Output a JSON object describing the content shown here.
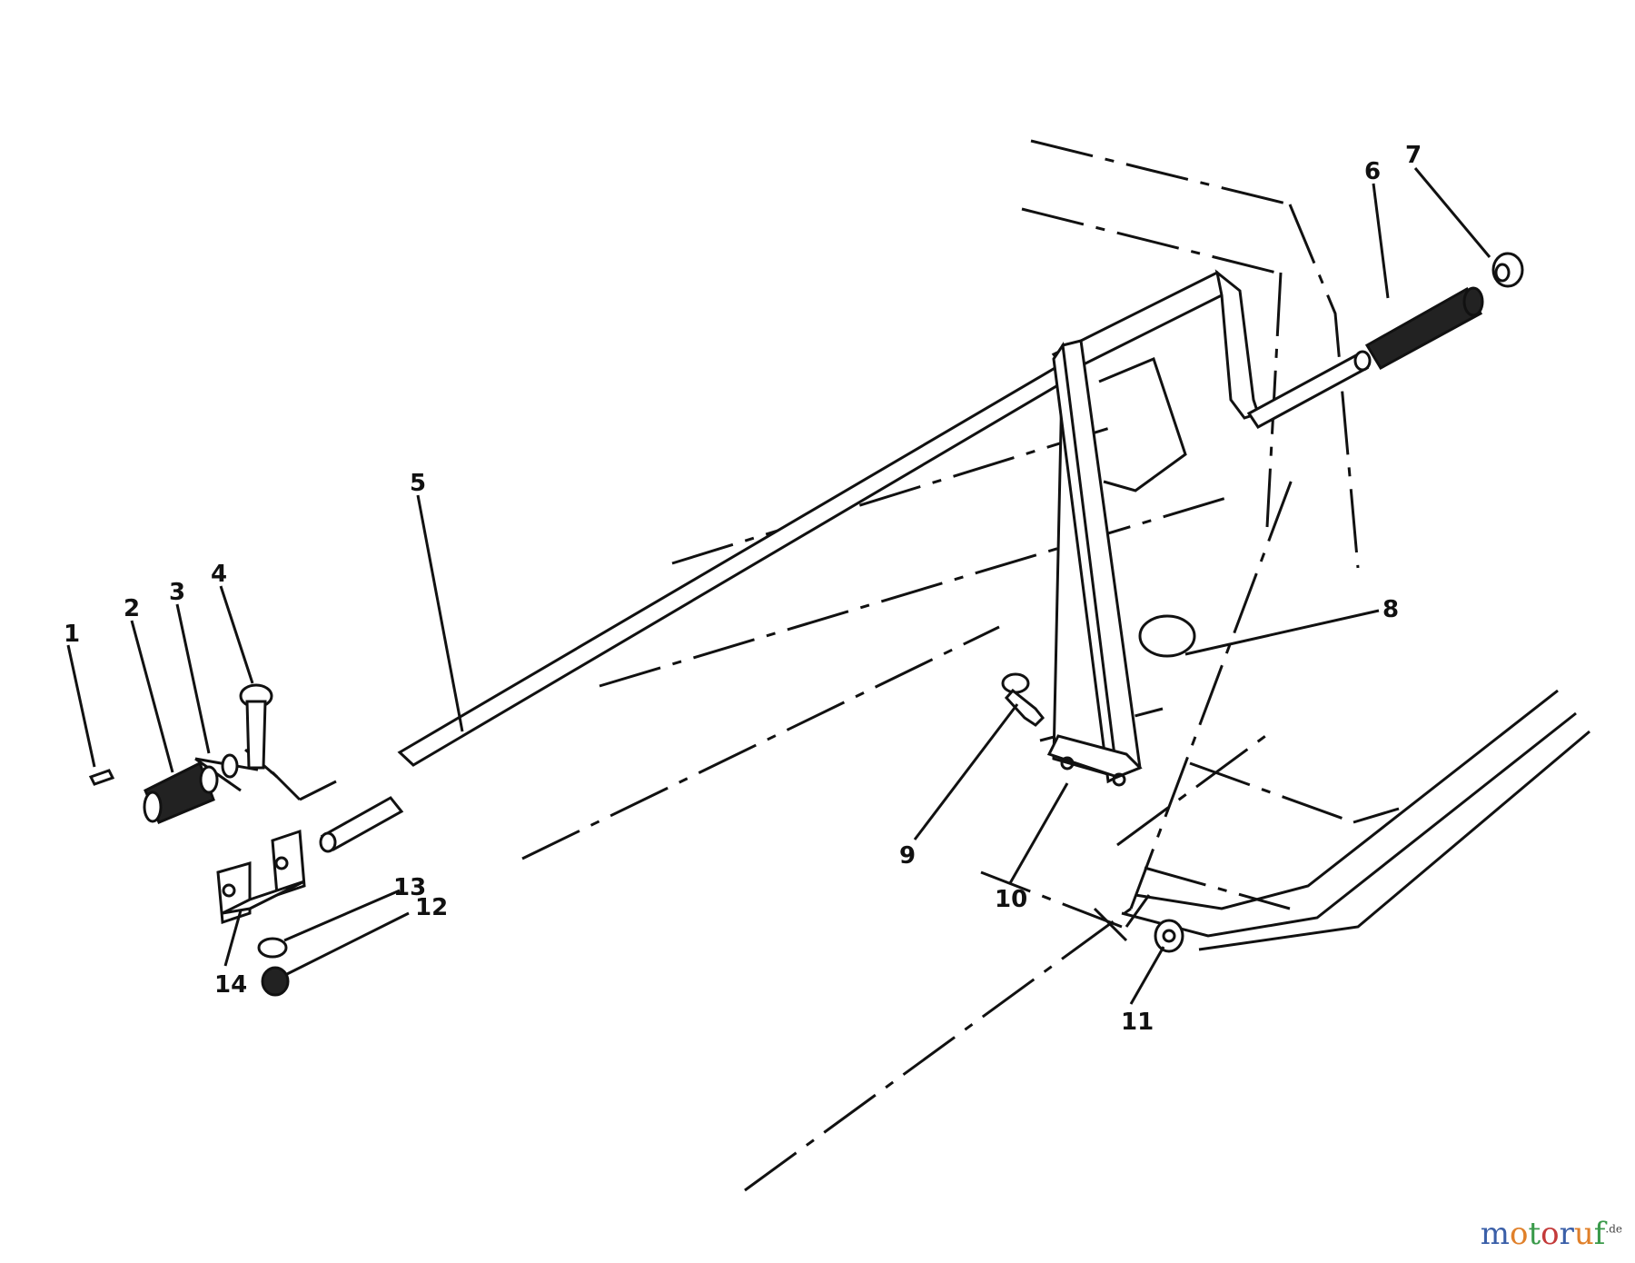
{
  "callouts": [
    {
      "id": "1",
      "label": "1"
    },
    {
      "id": "2",
      "label": "2"
    },
    {
      "id": "3",
      "label": "3"
    },
    {
      "id": "4",
      "label": "4"
    },
    {
      "id": "5",
      "label": "5"
    },
    {
      "id": "6",
      "label": "6"
    },
    {
      "id": "7",
      "label": "7"
    },
    {
      "id": "8",
      "label": "8"
    },
    {
      "id": "9",
      "label": "9"
    },
    {
      "id": "10",
      "label": "10"
    },
    {
      "id": "11",
      "label": "11"
    },
    {
      "id": "12",
      "label": "12"
    },
    {
      "id": "13",
      "label": "13"
    },
    {
      "id": "14",
      "label": "14"
    }
  ],
  "watermark": {
    "letters": [
      "m",
      "o",
      "t",
      "o",
      "r",
      "u",
      "f"
    ],
    "letter_colors": [
      "#3a5fa8",
      "#e0802a",
      "#3a9a4a",
      "#c43a3a",
      "#3a5fa8",
      "#e0802a",
      "#3a9a4a"
    ],
    "suffix": ".de"
  }
}
